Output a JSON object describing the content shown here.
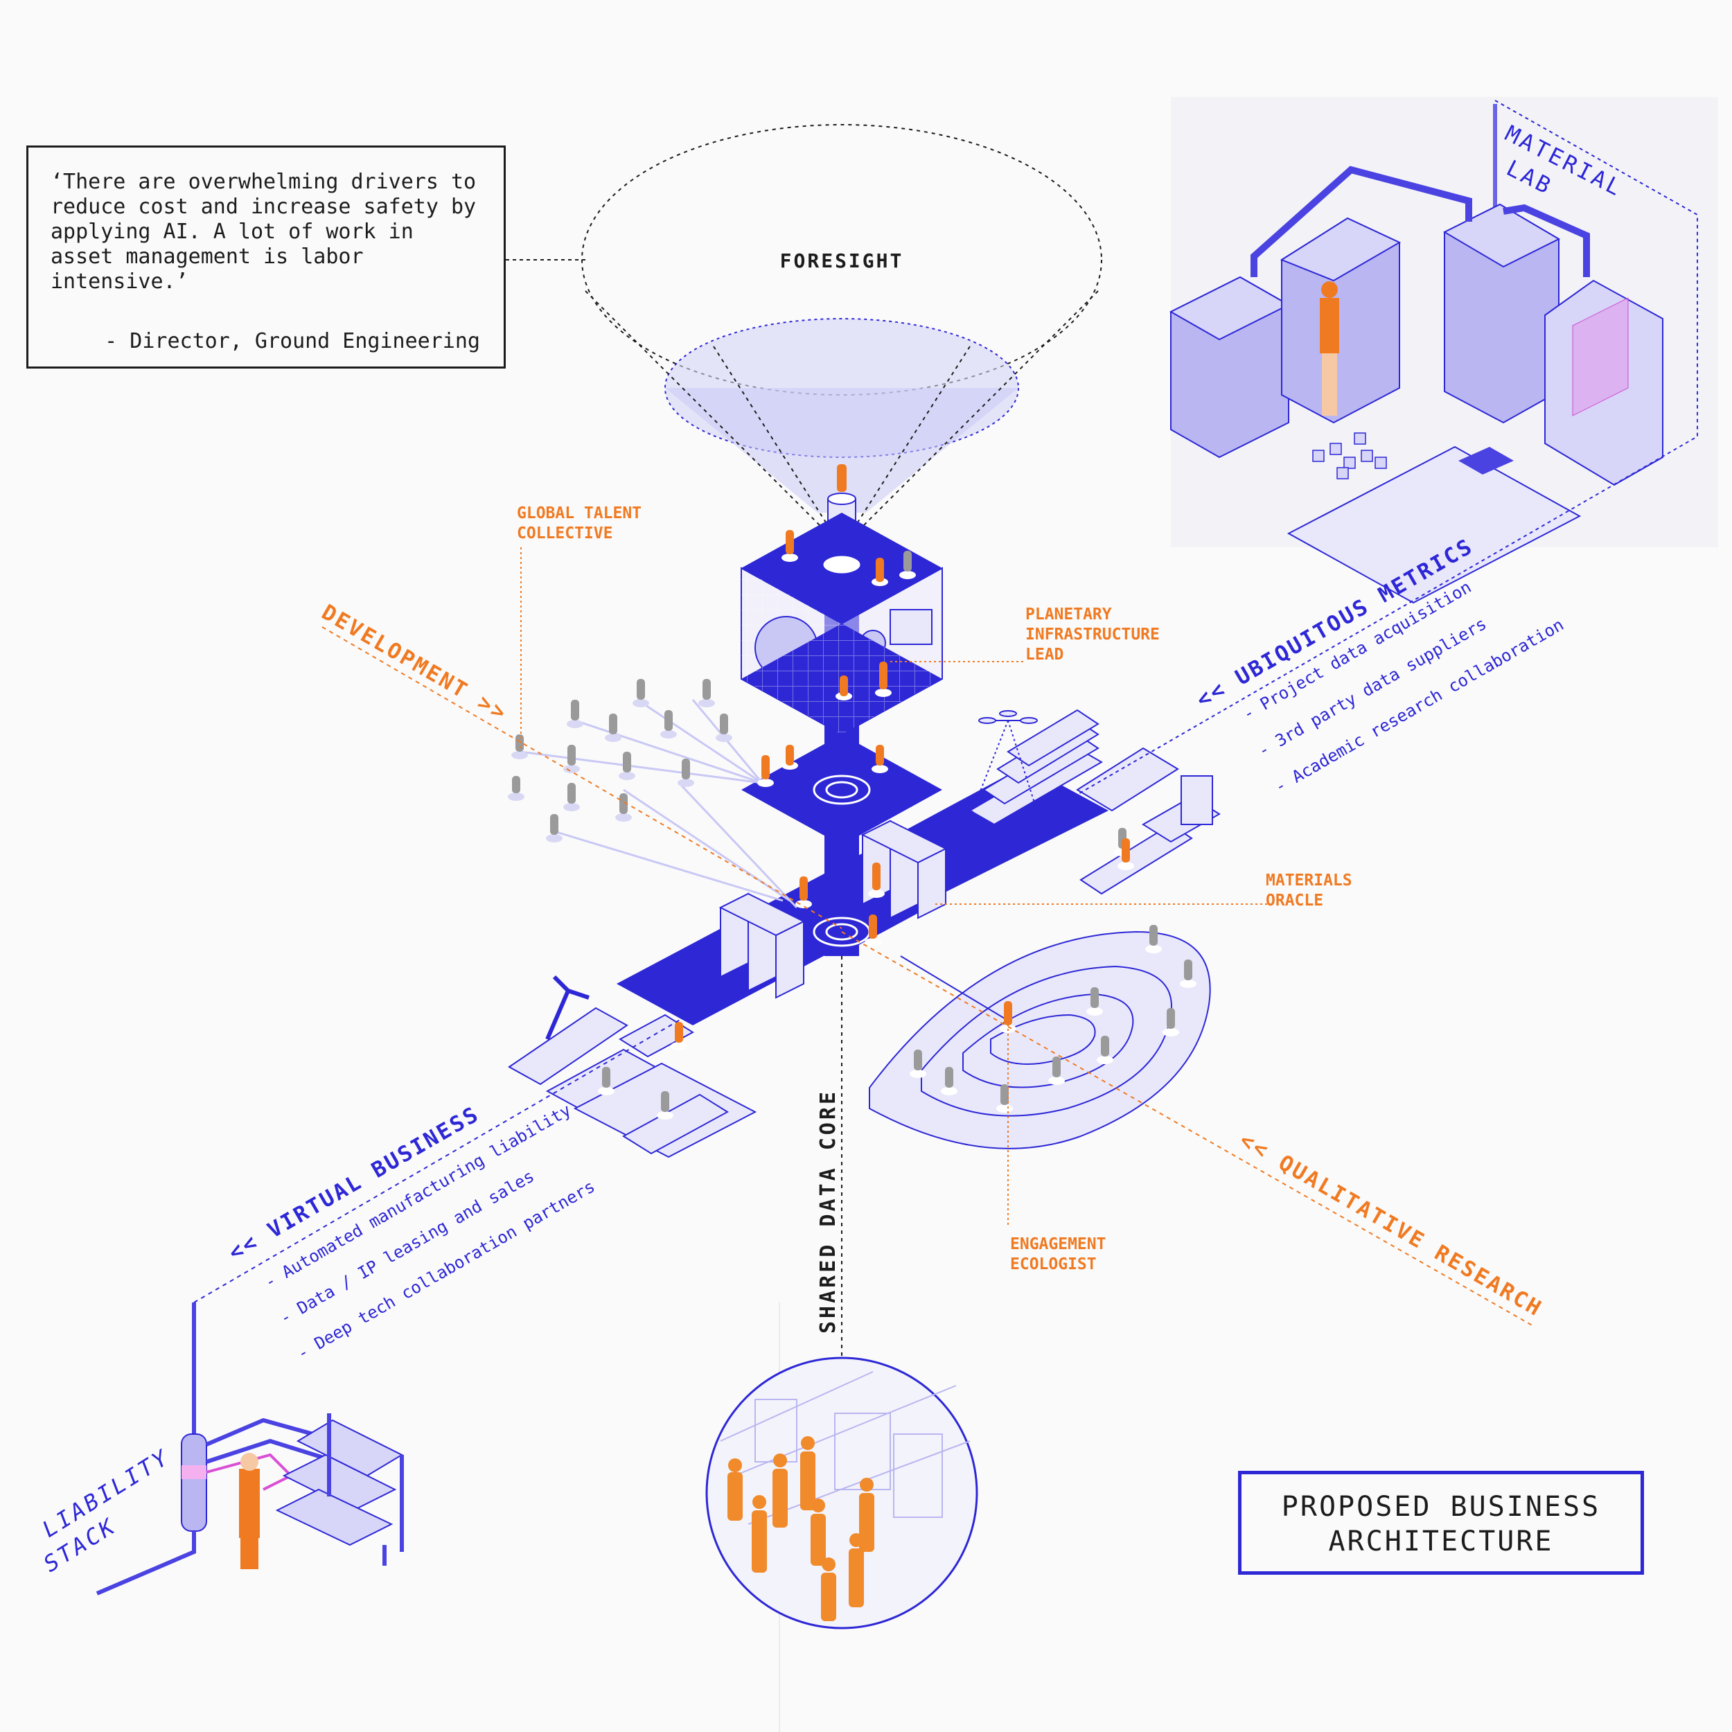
{
  "quote": {
    "text": "‘There are overwhelming drivers to reduce cost and increase safety by applying AI. A lot of work in asset management is labor intensive.’",
    "attribution": "- Director, Ground Engineering"
  },
  "title": {
    "line1": "PROPOSED BUSINESS",
    "line2": "ARCHITECTURE"
  },
  "labels": {
    "foresight": "FORESIGHT",
    "material_lab_1": "MATERIAL",
    "material_lab_2": "LAB",
    "global_talent_1": "GLOBAL TALENT",
    "global_talent_2": "COLLECTIVE",
    "planetary_1": "PLANETARY",
    "planetary_2": "INFRASTRUCTURE",
    "planetary_3": "LEAD",
    "materials_oracle_1": "MATERIALS",
    "materials_oracle_2": "ORACLE",
    "engagement_1": "ENGAGEMENT",
    "engagement_2": "ECOLOGIST",
    "development": "DEVELOPMENT >>",
    "ubiquitous_metrics": "<< UBIQUITOUS METRICS",
    "virtual_business": "<< VIRTUAL BUSINESS",
    "qualitative_research": "<< QUALITATIVE RESEARCH",
    "shared_data_core": "SHARED DATA CORE",
    "liability_1": "LIABILITY",
    "liability_2": "STACK"
  },
  "metrics_items": [
    "- Project data acquisition",
    "- 3rd party data suppliers",
    "- Academic research collaboration"
  ],
  "virtual_items": [
    "- Automated manufacturing liability",
    "- Data / IP leasing and sales",
    "- Deep tech collaboration partners"
  ],
  "colors": {
    "accent_blue": "#2d27d6",
    "accent_orange": "#f07a22",
    "light_blue": "#c9c8f5",
    "ink": "#1c1c1c"
  }
}
